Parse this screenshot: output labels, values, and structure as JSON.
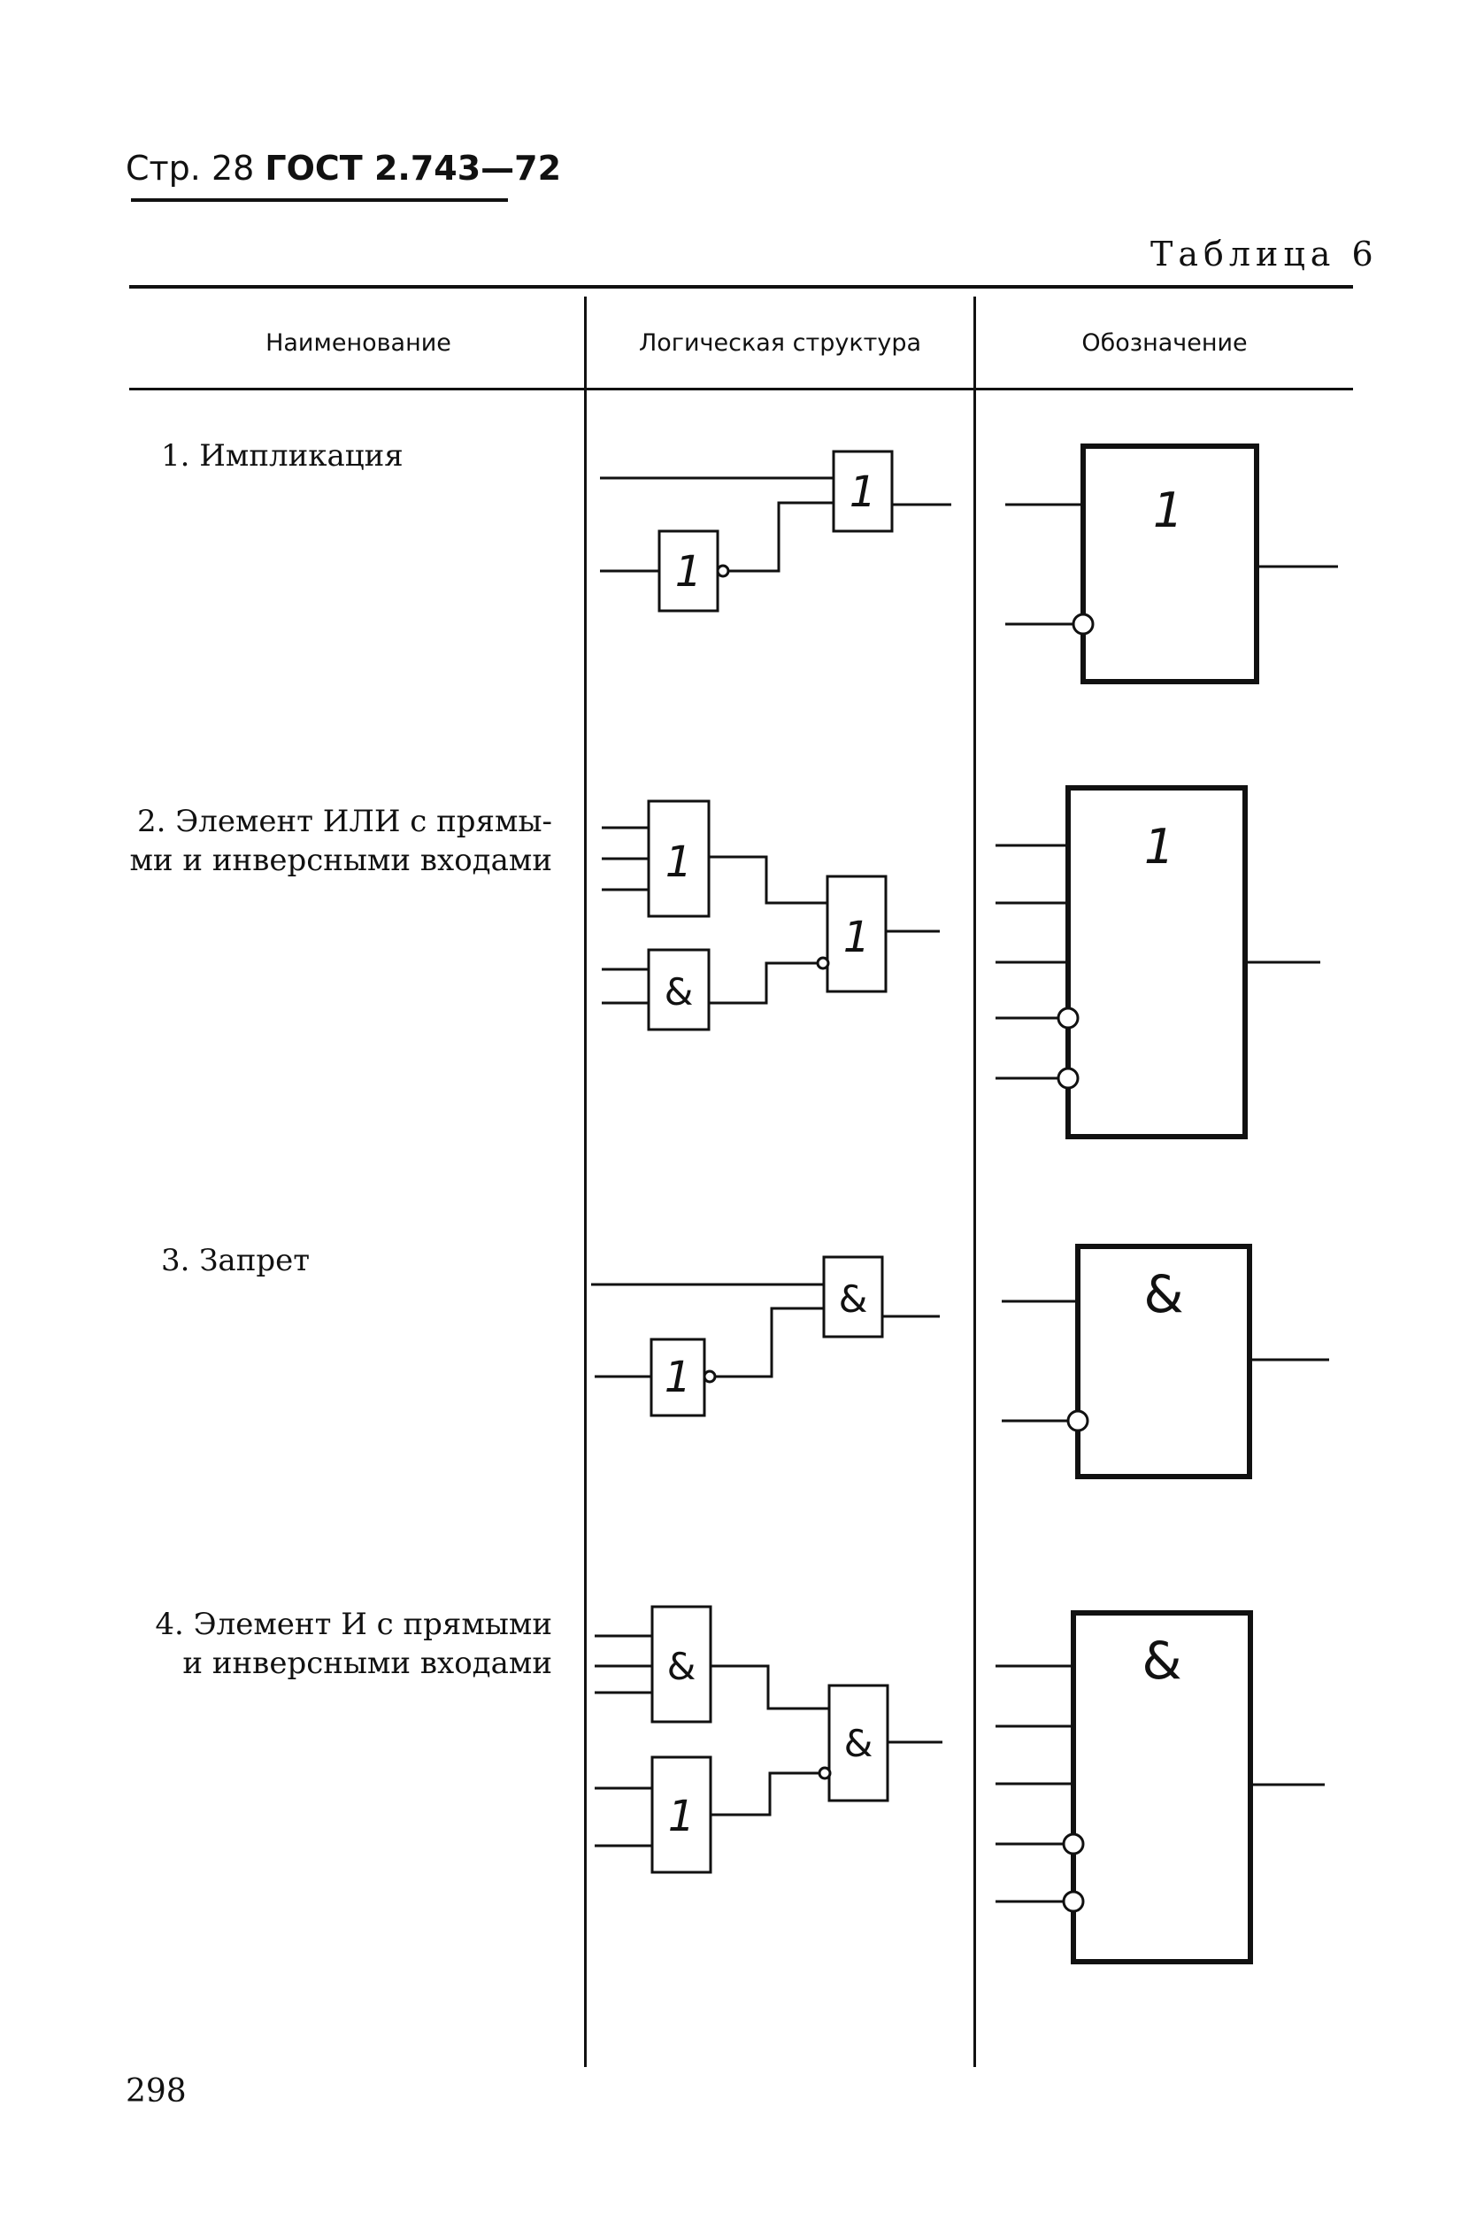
{
  "header": {
    "prefix": "Стр. 28",
    "standard": "ГОСТ 2.743—72"
  },
  "table_label": "Таблица 6",
  "columns": [
    "Наименование",
    "Логическая структура",
    "Обозначение"
  ],
  "rows": [
    {
      "name_lines": [
        "1. Импликация"
      ]
    },
    {
      "name_lines": [
        "2. Элемент ИЛИ с прямы-",
        "ми и инверсными входами"
      ]
    },
    {
      "name_lines": [
        "3. Запрет"
      ]
    },
    {
      "name_lines": [
        "4. Элемент И с прямыми",
        "и инверсными входами"
      ]
    }
  ],
  "symbols": {
    "or": "1",
    "and": "&"
  },
  "page_number": "298"
}
